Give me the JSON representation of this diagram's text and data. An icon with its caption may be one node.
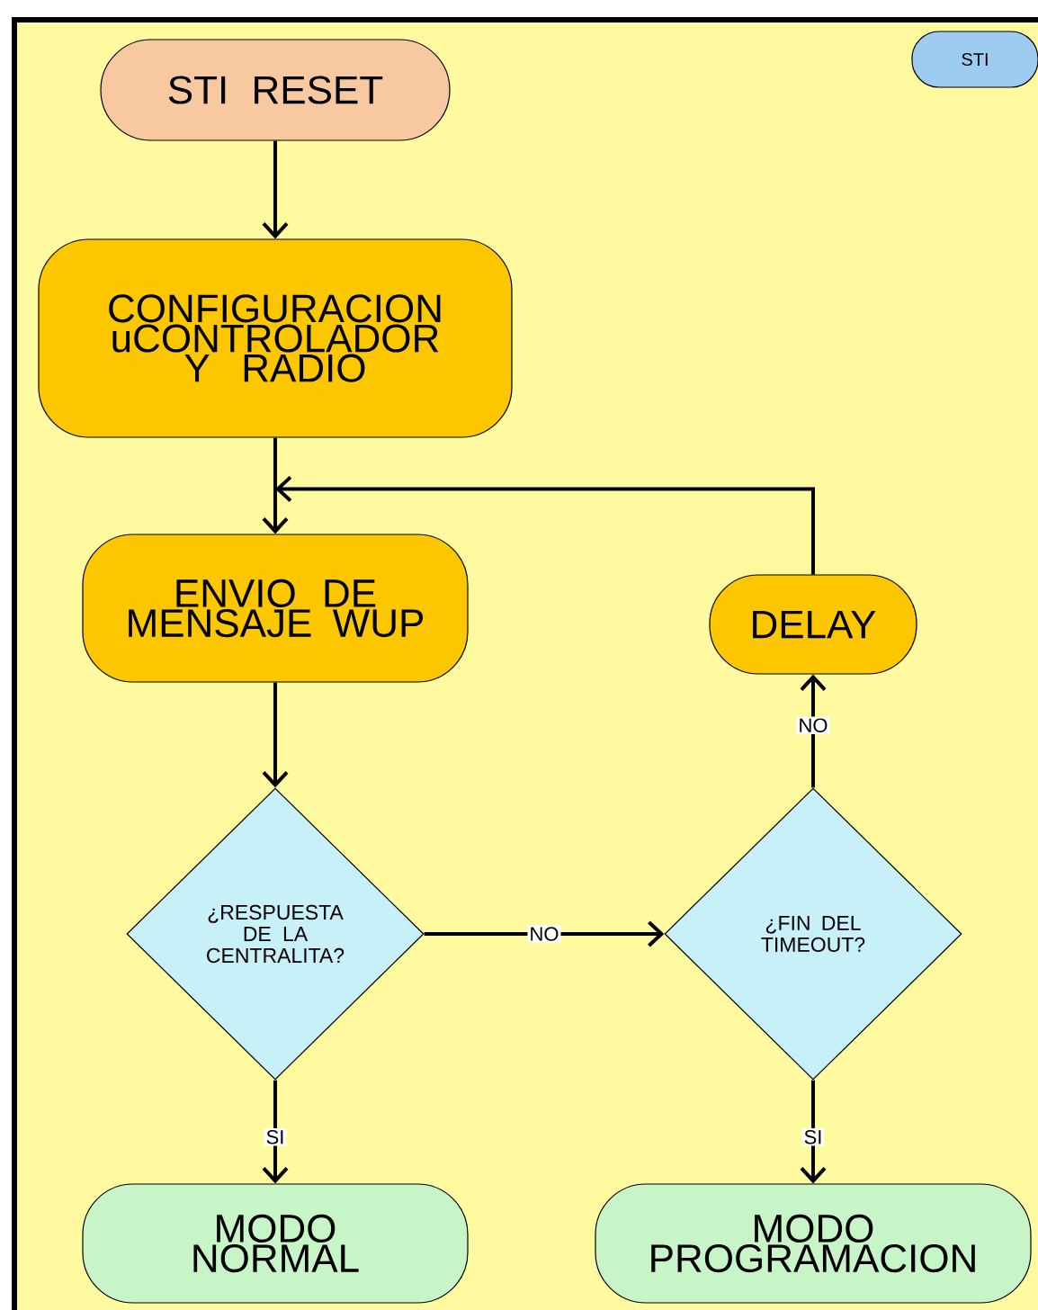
{
  "diagram": {
    "nodes": [
      {
        "text": [
          "STI RESET"
        ]
      },
      {
        "text": [
          "CONFIGURACION uCONTROLADOR Y RADIO"
        ]
      },
      {
        "text": [
          "ENVIO DE MENSAJE WUP"
        ]
      },
      {
        "text": [
          "DELAY"
        ]
      },
      {
        "text": [
          "¿RESPUESTA DE LA CENTRALITA?"
        ]
      },
      {
        "text": [
          "¿FIN DEL TIMEOUT?"
        ]
      },
      {
        "text": [
          "MODO NORMAL"
        ]
      },
      {
        "text": [
          "MODO PROGRAMACION"
        ]
      },
      {
        "text": [
          "STI"
        ]
      }
    ],
    "edges": [
      {
        "from": 0,
        "to": 1,
        "arrow": "to"
      },
      {
        "from": 1,
        "to": 2,
        "arrow": "to"
      },
      {
        "from": 2,
        "to": 4,
        "arrow": "to"
      },
      {
        "from": 4,
        "to": 6,
        "arrow": "to",
        "label": "SI"
      },
      {
        "from": 4,
        "to": 5,
        "arrow": "to",
        "label": "NO"
      },
      {
        "from": 5,
        "to": 3,
        "arrow": "to",
        "label": "NO"
      },
      {
        "from": 5,
        "to": 7,
        "arrow": "to",
        "label": "SI"
      },
      {
        "from": 3,
        "to": 2,
        "arrow": "to"
      }
    ]
  }
}
